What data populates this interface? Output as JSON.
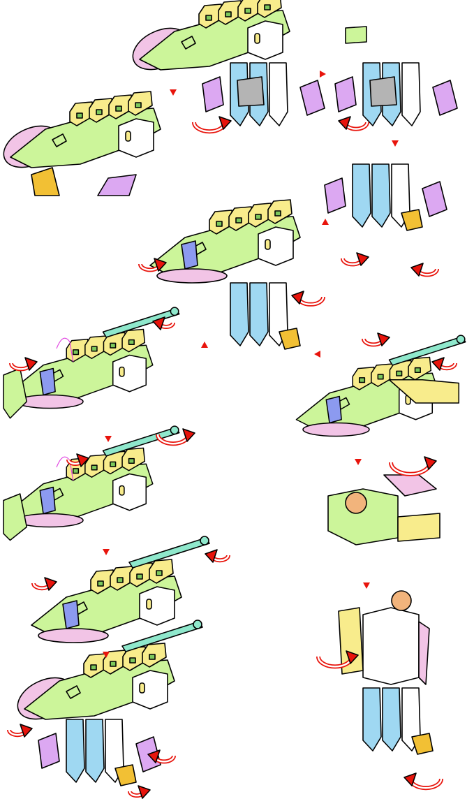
{
  "diagram": {
    "kind": "transformation-instructions",
    "step_count": 12,
    "colors": {
      "nose_pink": "#f2c4e6",
      "body_green": "#ccf59a",
      "armor_yellow": "#f8ec8c",
      "leg_white": "#ffffff",
      "leg_blue": "#9fd8f2",
      "wing_purple": "#dca8f2",
      "barrel_teal": "#8fe8cc",
      "foot_orange": "#f2c034",
      "head_orange": "#f2b47c",
      "panel_grey": "#b4b4b4",
      "pilot_blue": "#8c9af0",
      "rotate_arrow_red": "#e8140c",
      "step_marker_red": "#e8140c",
      "outline": "#000000"
    },
    "step_markers": [
      "down",
      "right",
      "down",
      "up",
      "up",
      "left",
      "down",
      "down",
      "down",
      "down",
      "down"
    ]
  }
}
